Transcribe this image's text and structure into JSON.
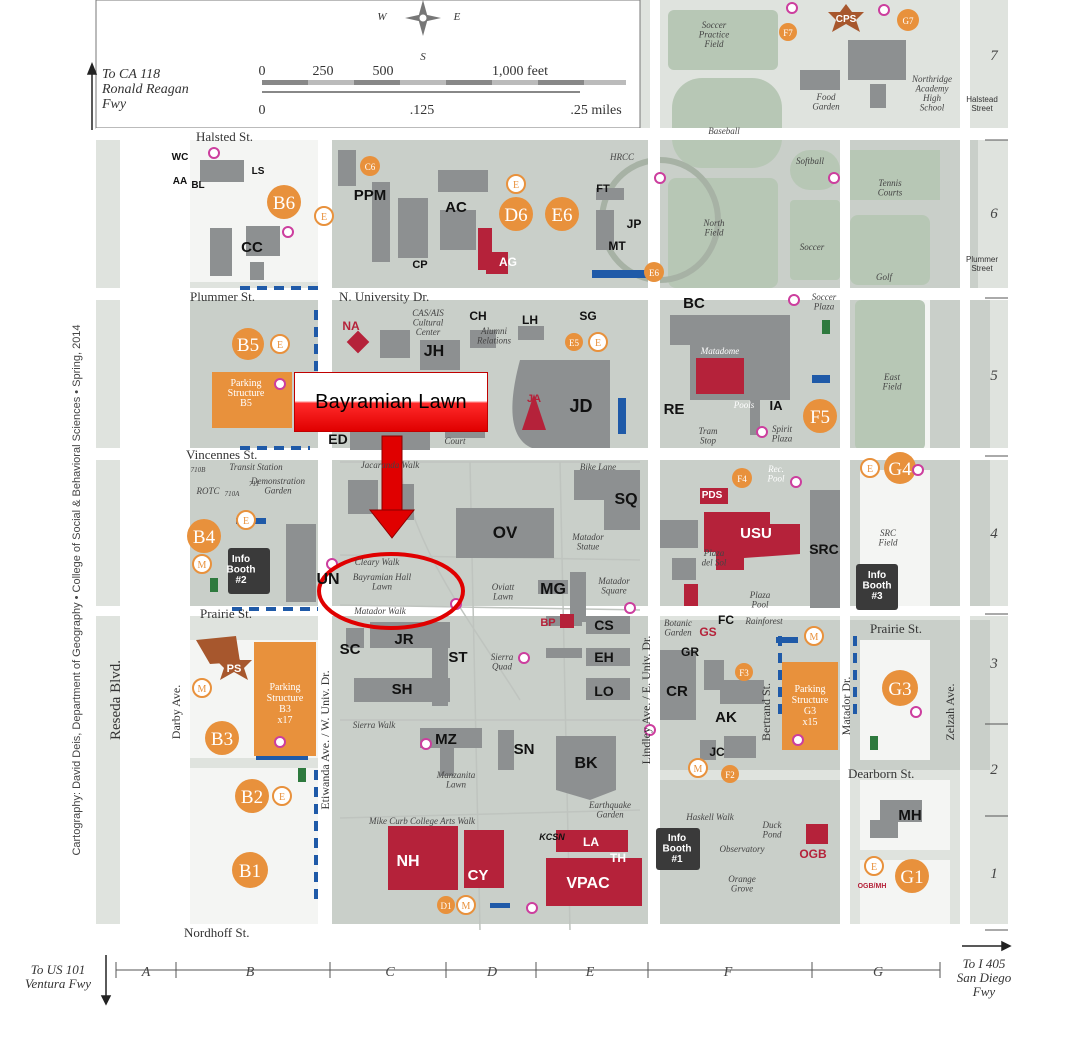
{
  "callout": {
    "label": "Bayramian Lawn"
  },
  "compass": {
    "w": "W",
    "e": "E",
    "s": "S"
  },
  "directions": {
    "ca118": [
      "To CA 118",
      "Ronald Reagan",
      "Fwy"
    ],
    "us101": [
      "To US 101",
      "Ventura Fwy"
    ],
    "i405": [
      "To I 405",
      "San Diego",
      "Fwy"
    ]
  },
  "scale": {
    "feet": [
      "0",
      "250",
      "500",
      "1,000 feet"
    ],
    "miles": [
      "0",
      ".125",
      ".25 miles"
    ]
  },
  "credit": "Cartography: David Deis, Department of Geography • College of Social & Behavioral Sciences • Spring, 2014",
  "columns": [
    "A",
    "B",
    "C",
    "D",
    "E",
    "F",
    "G"
  ],
  "rows": [
    "7",
    "6",
    "5",
    "4",
    "3",
    "2",
    "1"
  ],
  "streets": {
    "halsted": "Halsted St.",
    "plummer": "Plummer St.",
    "n_univ": "N. University Dr.",
    "vincennes": "Vincennes St.",
    "prairie_w": "Prairie St.",
    "prairie_e": "Prairie St.",
    "dearborn": "Dearborn St.",
    "nordhoff": "Nordhoff St.",
    "reseda": "Reseda Blvd.",
    "darby": "Darby Ave.",
    "etiwanda": "Etiwanda Ave. / W. Univ. Dr.",
    "lindley": "Lindley Ave. / E. Univ. Dr.",
    "zelzah": "Zelzah Ave.",
    "bertrand": "Bertrand St.",
    "matador": "Matador Dr.",
    "halstead_street": [
      "Halstead",
      "Street"
    ],
    "plummer_street": [
      "Plummer",
      "Street"
    ]
  },
  "buildings": {
    "PPM": "PPM",
    "AC": "AC",
    "CC": "CC",
    "CP": "CP",
    "AG": "AG",
    "NA": "NA",
    "JH": "JH",
    "CH": "CH",
    "LH": "LH",
    "SG": "SG",
    "JD": "JD",
    "JA": "JA",
    "ED": "ED",
    "OV": "OV",
    "SQ": "SQ",
    "MG": "MG",
    "CS": "CS",
    "EH": "EH",
    "LO": "LO",
    "BP": "BP",
    "JR": "JR",
    "ST": "ST",
    "SC": "SC",
    "SH": "SH",
    "MZ": "MZ",
    "SN": "SN",
    "BK": "BK",
    "NH": "NH",
    "CY": "CY",
    "LA": "LA",
    "TH": "TH",
    "VPAC": "VPAC",
    "BC": "BC",
    "RE": "RE",
    "IA": "IA",
    "PDS": "PDS",
    "USU": "USU",
    "SRC": "SRC",
    "GS": "GS",
    "FC": "FC",
    "GR": "GR",
    "CR": "CR",
    "AK": "AK",
    "JC": "JC",
    "OGB": "OGB",
    "MH": "MH",
    "FT": "FT",
    "JP": "JP",
    "MT": "MT",
    "WC": "WC",
    "AA": "AA",
    "BL": "BL",
    "LS": "LS",
    "UN": "UN",
    "PS": "PS",
    "CPS": "CPS",
    "KCSN": "KCSN"
  },
  "places": {
    "soccer_practice": [
      "Soccer",
      "Practice",
      "Field"
    ],
    "baseball": "Baseball",
    "softball": "Softball",
    "food_garden": [
      "Food",
      "Garden"
    ],
    "northridge_academy": [
      "Northridge",
      "Academy",
      "High",
      "School"
    ],
    "tennis": [
      "Tennis",
      "Courts"
    ],
    "north_field": [
      "North",
      "Field"
    ],
    "soccer": "Soccer",
    "golf": "Golf",
    "hrcc": "HRCC",
    "soccer_plaza": [
      "Soccer",
      "Plaza"
    ],
    "matadome": "Matadome",
    "pools": "Pools",
    "tram_stop": [
      "Tram",
      "Stop"
    ],
    "spirit_plaza": [
      "Spirit",
      "Plaza"
    ],
    "east_field": [
      "East",
      "Field"
    ],
    "rec_pool": [
      "Rec.",
      "Pool"
    ],
    "src_field": [
      "SRC",
      "Field"
    ],
    "plaza_del_sol": [
      "Plaza",
      "del Sol"
    ],
    "plaza_pool": [
      "Plaza",
      "Pool"
    ],
    "botanic_garden": [
      "Botanic",
      "Garden"
    ],
    "rainforest": "Rainforest",
    "haskell_walk": "Haskell Walk",
    "duck_pond": [
      "Duck",
      "Pond"
    ],
    "observatory": "Observatory",
    "orange_grove": [
      "Orange",
      "Grove"
    ],
    "cas_ais": [
      "CAS/AIS",
      "Cultural",
      "Center"
    ],
    "alumni_relations": [
      "Alumni",
      "Relations"
    ],
    "court": "Court",
    "jacaranda_walk": "Jacaranda Walk",
    "transit_station": "Transit Station",
    "demo_garden": [
      "Demonstration",
      "Garden"
    ],
    "rotc": "ROTC",
    "b710": "710B",
    "b710a": "710A",
    "b711": "711",
    "bike_lane": "Bike Lane",
    "matador_statue": [
      "Matador",
      "Statue"
    ],
    "matador_square": [
      "Matador",
      "Square"
    ],
    "cleary_walk": "Cleary Walk",
    "bayramian_lawn": [
      "Bayramian Hall",
      "Lawn"
    ],
    "matador_walk": "Matador Walk",
    "oviatt_lawn": [
      "Oviatt",
      "Lawn"
    ],
    "sierra_quad": [
      "Sierra",
      "Quad"
    ],
    "sierra_walk": "Sierra Walk",
    "manzanita_lawn": [
      "Manzanita",
      "Lawn"
    ],
    "mike_curb_walk": "Mike Curb College Arts Walk",
    "earthquake_garden": [
      "Earthquake",
      "Garden"
    ]
  },
  "lots": {
    "B6": "B6",
    "B5": "B5",
    "B4": "B4",
    "B3": "B3",
    "B2": "B2",
    "B1": "B1",
    "D6": "D6",
    "E6": "E6",
    "E6s": "E6",
    "E5": "E5",
    "F5": "F5",
    "G4": "G4",
    "G3": "G3",
    "G1": "G1",
    "G7": "G7",
    "F7": "F7",
    "C6": "C6",
    "F3": "F3",
    "F2": "F2",
    "D1": "D1",
    "F4": "F4",
    "E": "E",
    "M": "M"
  },
  "structures": {
    "b5": [
      "Parking",
      "Structure",
      "B5"
    ],
    "b3": [
      "Parking",
      "Structure",
      "B3",
      "x17"
    ],
    "g3": [
      "Parking",
      "Structure",
      "G3",
      "x15"
    ]
  },
  "info_booths": {
    "b2": [
      "Info",
      "Booth",
      "#2"
    ],
    "b3": [
      "Info",
      "Booth",
      "#3"
    ],
    "b1": [
      "Info",
      "Booth",
      "#1"
    ]
  },
  "ogb_mh": "OGB/MH",
  "colors": {
    "campus": "#cfd4cf",
    "building": "#8d9091",
    "red": "#b5223a",
    "orange": "#e8913c",
    "road": "#ffffff",
    "callout": "#e00000"
  }
}
